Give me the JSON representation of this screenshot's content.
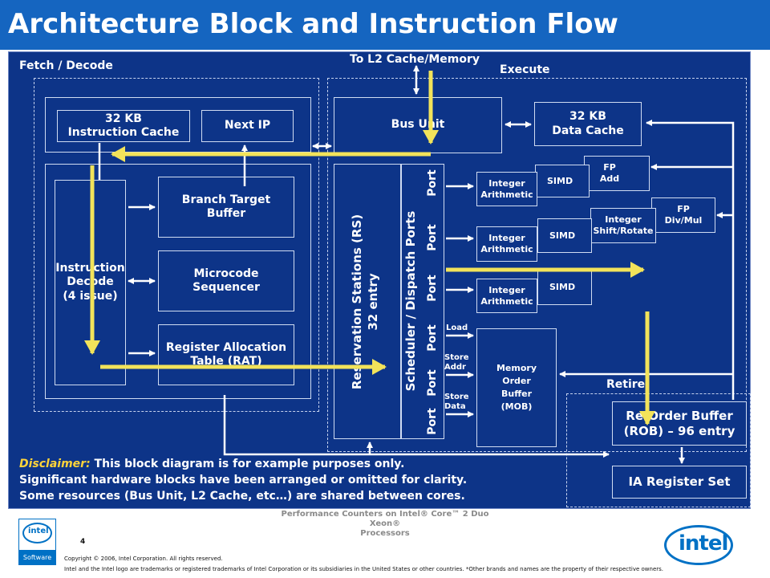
{
  "title": "Architecture Block and Instruction Flow",
  "labels": {
    "fetch_decode": "Fetch / Decode",
    "to_l2": "To L2 Cache/Memory",
    "execute": "Execute",
    "retire": "Retire",
    "load": "Load",
    "store_addr": "Store\nAddr",
    "store_data": "Store\nData"
  },
  "blocks": {
    "icache": "32 KB\nInstruction Cache",
    "next_ip": "Next IP",
    "btb": "Branch Target\nBuffer",
    "microcode": "Microcode\nSequencer",
    "rat": "Register Allocation\nTable (RAT)",
    "decode": "Instruction\nDecode\n(4 issue)",
    "bus_unit": "Bus Unit",
    "dcache": "32 KB\nData Cache",
    "rs": "Reservation Stations (RS)\n32 entry",
    "scheduler": "Scheduler / Dispatch Ports",
    "port": "Port",
    "int1": "Integer\nArithmetic",
    "int2": "Integer\nArithmetic",
    "int3": "Integer\nArithmetic",
    "simd1": "SIMD",
    "simd2": "SIMD",
    "simd3": "SIMD",
    "fp_add": "FP\nAdd",
    "int_shift": "Integer\nShift/Rotate",
    "fp_divmul": "FP\nDiv/Mul",
    "mob": "Memory\nOrder\nBuffer\n(MOB)",
    "rob": "Re-Order Buffer\n(ROB) – 96 entry",
    "ia_reg": "IA Register Set"
  },
  "disclaimer": {
    "lead": "Disclaimer:",
    "line1": " This block diagram is for example purposes only.",
    "line2": "Significant hardware blocks have been arranged or omitted for clarity.",
    "line3": "Some resources (Bus Unit, L2 Cache, etc…) are shared between cores."
  },
  "footer": {
    "course": "Performance Counters on Intel® Core™ 2 Duo Xeon®\nProcessors",
    "page": "4",
    "copyright": "Copyright © 2006, Intel Corporation. All rights reserved.",
    "trademark": "Intel and the Intel logo are trademarks or registered trademarks of Intel Corporation or its subsidiaries in the United States or other countries. *Other brands and names are the property of their respective owners.",
    "intel_logo": "intel",
    "software_logo_text": "Software",
    "software_logo_word": "intel"
  },
  "colors": {
    "title_bar": "#1565c0",
    "panel": "#0d3488",
    "flow_arrow": "#f2e35a",
    "disclaimer_lead": "#ffd43a",
    "logo_blue": "#0071c5"
  }
}
